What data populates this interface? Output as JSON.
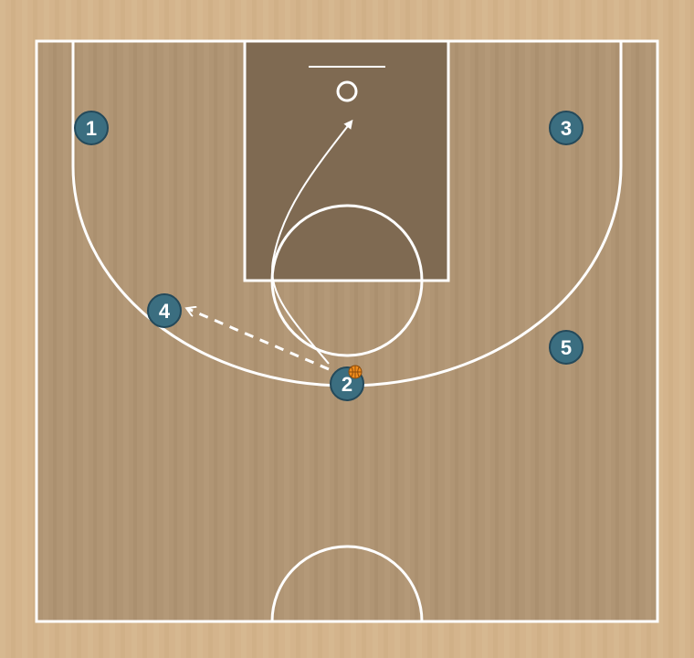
{
  "colors": {
    "outer_wood": "#d4b48c",
    "inner_wood": "#b09574",
    "paint": "#7f6a52",
    "lines": "#ffffff",
    "player_fill": "#3b6e80",
    "player_stroke": "#24495a",
    "ball": "#f08c1c"
  },
  "players": [
    {
      "id": "p1",
      "label": "1"
    },
    {
      "id": "p2",
      "label": "2",
      "has_ball": true
    },
    {
      "id": "p3",
      "label": "3"
    },
    {
      "id": "p4",
      "label": "4"
    },
    {
      "id": "p5",
      "label": "5"
    }
  ],
  "actions": [
    {
      "type": "cut",
      "from": "2",
      "to": "basket",
      "style": "solid"
    },
    {
      "type": "pass",
      "from": "2",
      "to": "4",
      "style": "dashed"
    }
  ],
  "icons": {
    "ball": "basketball-icon",
    "basket": "hoop-icon"
  }
}
